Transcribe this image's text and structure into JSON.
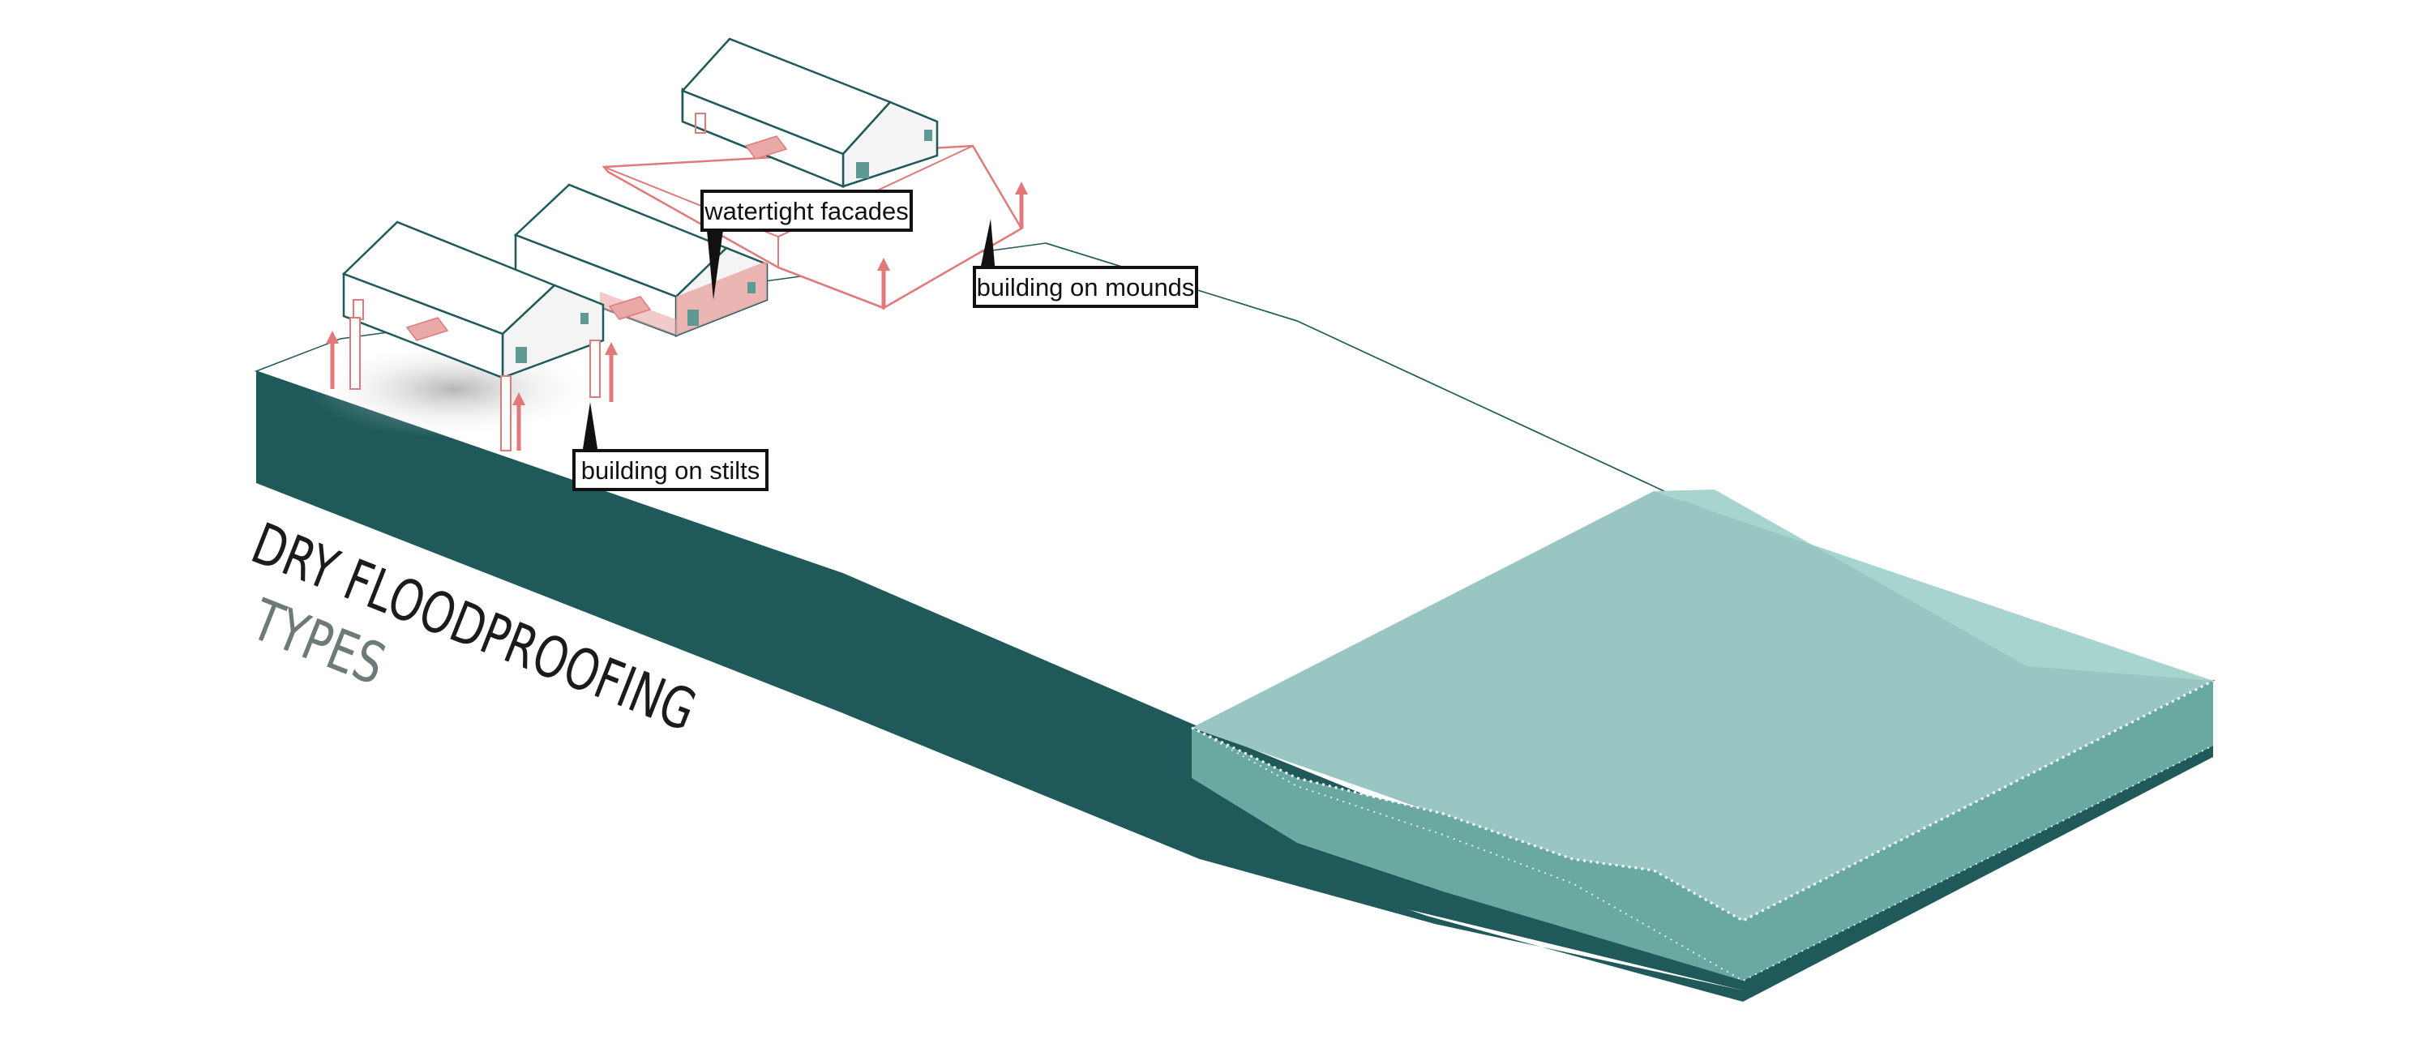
{
  "title": {
    "line1": "DRY FLOODPROOFING",
    "line2": "TYPES"
  },
  "labels": {
    "facades": "watertight facades",
    "mounds": "building on mounds",
    "stilts": "building on stilts"
  },
  "colors": {
    "terrain_dark": "#1f5959",
    "terrain_top": "#ffffff",
    "water_top": "#99c6c2",
    "water_light": "#a7d4cf",
    "water_side": "#6aa9a2",
    "flood_red": "#e07a7a",
    "flood_fill": "#e8a9a7",
    "outline": "#1f5959",
    "title_dark": "#1b1b1b",
    "title_grey": "#6d7a7a"
  },
  "icons": [
    "arrow-up-icon",
    "callout-pointer-icon"
  ]
}
